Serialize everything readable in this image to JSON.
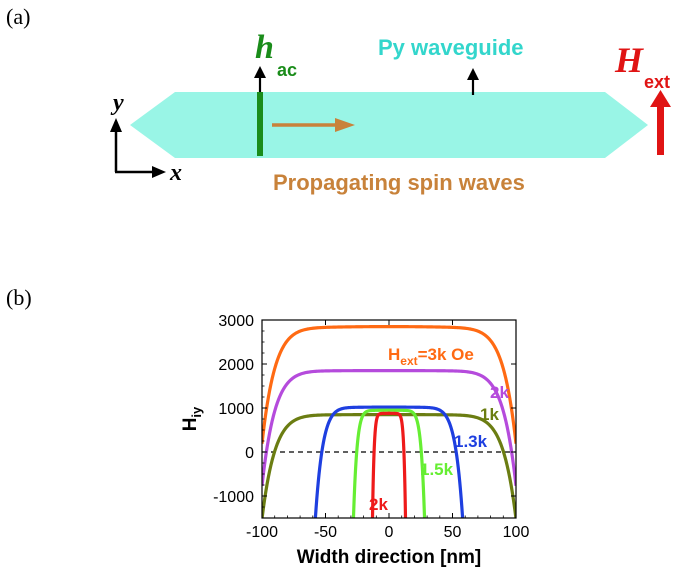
{
  "panel_a": {
    "label": "(a)",
    "waveguide_label": "Py waveguide",
    "h_ac": {
      "symbol": "h",
      "sub": "ac"
    },
    "h_ext": {
      "symbol": "H",
      "sub": "ext"
    },
    "propagating_label": "Propagating spin waves",
    "axis_x": "x",
    "axis_y": "y",
    "colors": {
      "waveguide": "#99f5e6",
      "waveguide_text": "#33d6cc",
      "h_ac": "#1a8c1a",
      "h_ext": "#e01414",
      "propagation": "#c8823a"
    }
  },
  "panel_b": {
    "label": "(b)"
  },
  "chart_data": {
    "type": "line",
    "xlabel": "Width direction [nm]",
    "ylabel": {
      "main": "H",
      "sub": "iy"
    },
    "xlim": [
      -100,
      100
    ],
    "ylim": [
      -1500,
      3000
    ],
    "xticks": [
      -100,
      -50,
      0,
      50,
      100
    ],
    "yticks": [
      -1000,
      0,
      1000,
      2000,
      3000
    ],
    "zero_line": "dashed",
    "series": [
      {
        "name": "Hext=3k Oe",
        "color": "#ff6a13",
        "center": 2850,
        "half_width": 100,
        "edge": 250,
        "bottom": 250
      },
      {
        "name": "2k",
        "color": "#b54bdc",
        "center": 1850,
        "half_width": 100,
        "edge": 250,
        "bottom": -750
      },
      {
        "name": "1k",
        "color": "#6b7d12",
        "center": 850,
        "half_width": 100,
        "edge": 250,
        "bottom": -1500
      },
      {
        "name": "1.3k",
        "color": "#1e3fe0",
        "center": 1020,
        "half_width": 58,
        "edge": 105,
        "bottom": -1500
      },
      {
        "name": "1.5k",
        "color": "#66ee33",
        "center": 950,
        "half_width": 28,
        "edge": 55,
        "bottom": -1500
      },
      {
        "name": "2k",
        "color": "#ee1a1a",
        "center": 880,
        "half_width": 13,
        "edge": 35,
        "bottom": -1500
      }
    ],
    "annotations": [
      {
        "text": "=3k Oe",
        "prefix": "H",
        "sub": "ext",
        "color": "#ff6a13"
      },
      {
        "text": "2k",
        "color": "#b54bdc"
      },
      {
        "text": "1k",
        "color": "#6b7d12"
      },
      {
        "text": "1.3k",
        "color": "#1e3fe0"
      },
      {
        "text": "1.5k",
        "color": "#66ee33"
      },
      {
        "text": "2k",
        "color": "#ee1a1a"
      }
    ]
  }
}
